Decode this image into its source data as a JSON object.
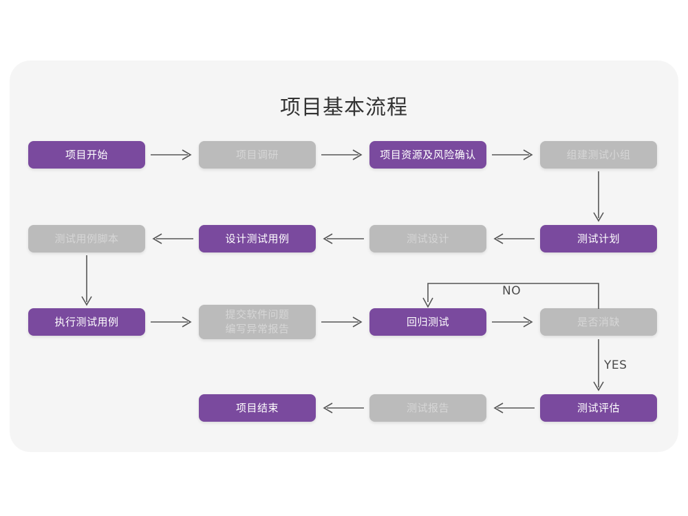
{
  "page": {
    "title": "项目基本流程",
    "background_color": "#ffffff",
    "card_color": "#f5f5f5"
  },
  "palette": {
    "purple": "#7a4a9e",
    "purple_text": "#ffffff",
    "gray": "#bbbbbb",
    "gray_text": "#d6d6d6",
    "arrow": "#555555",
    "title_text": "#333333"
  },
  "nodes": [
    {
      "id": "n1",
      "label": "项目开始",
      "style": "purple",
      "row": 1,
      "col": 1
    },
    {
      "id": "n2",
      "label": "项目调研",
      "style": "gray",
      "row": 1,
      "col": 2
    },
    {
      "id": "n3",
      "label": "项目资源及风险确认",
      "style": "purple",
      "row": 1,
      "col": 3
    },
    {
      "id": "n4",
      "label": "组建测试小组",
      "style": "gray",
      "row": 1,
      "col": 4
    },
    {
      "id": "n5",
      "label": "测试用例脚本",
      "style": "gray",
      "row": 2,
      "col": 1
    },
    {
      "id": "n6",
      "label": "设计测试用例",
      "style": "purple",
      "row": 2,
      "col": 2
    },
    {
      "id": "n7",
      "label": "测试设计",
      "style": "gray",
      "row": 2,
      "col": 3
    },
    {
      "id": "n8",
      "label": "测试计划",
      "style": "purple",
      "row": 2,
      "col": 4
    },
    {
      "id": "n9",
      "label": "执行测试用例",
      "style": "purple",
      "row": 3,
      "col": 1
    },
    {
      "id": "n10",
      "label": "提交软件问题\n编写异常报告",
      "style": "gray",
      "row": 3,
      "col": 2
    },
    {
      "id": "n11",
      "label": "回归测试",
      "style": "purple",
      "row": 3,
      "col": 3
    },
    {
      "id": "n12",
      "label": "是否消缺",
      "style": "gray",
      "row": 3,
      "col": 4
    },
    {
      "id": "n13",
      "label": "项目结束",
      "style": "purple",
      "row": 4,
      "col": 2
    },
    {
      "id": "n14",
      "label": "测试报告",
      "style": "gray",
      "row": 4,
      "col": 3
    },
    {
      "id": "n15",
      "label": "测试评估",
      "style": "purple",
      "row": 4,
      "col": 4
    }
  ],
  "edge_labels": {
    "no": "NO",
    "yes": "YES"
  }
}
